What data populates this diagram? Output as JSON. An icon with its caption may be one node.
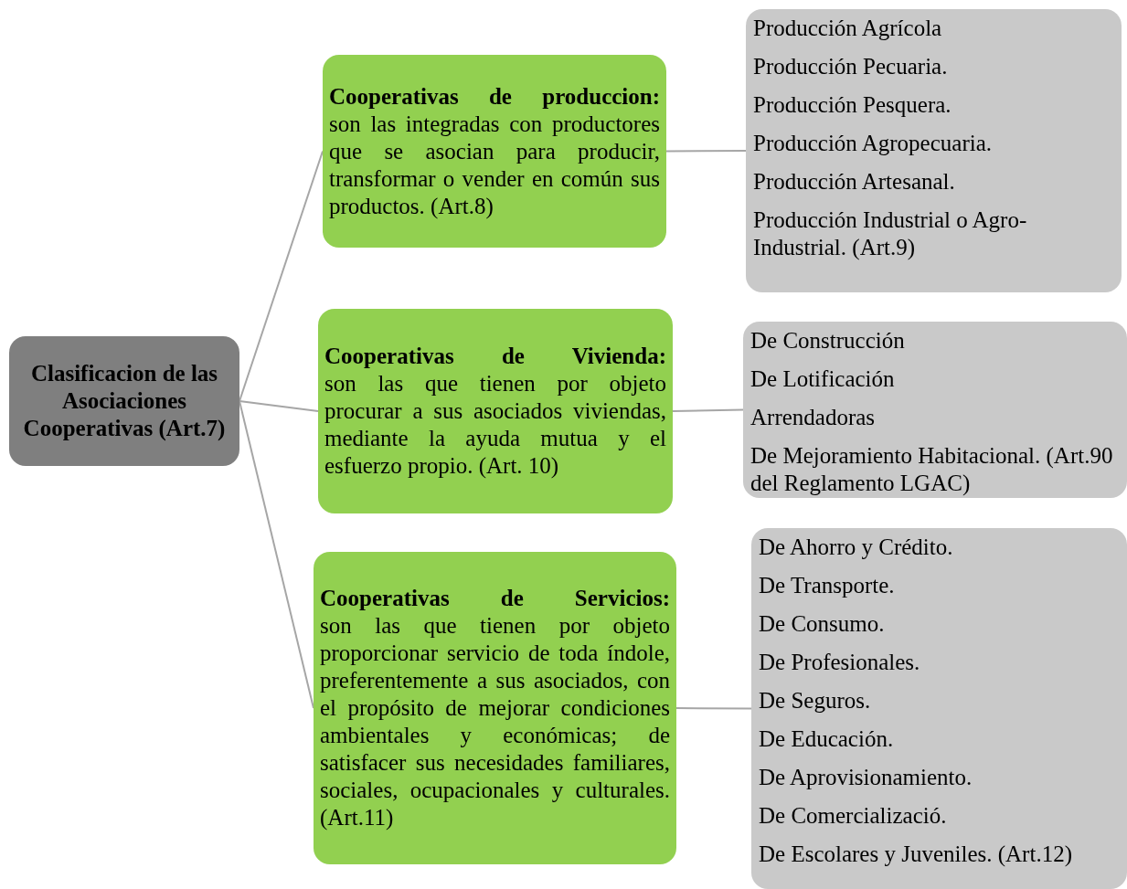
{
  "diagram": {
    "nodes": [
      {
        "text": [
          "Clasificacion de las Asociaciones Cooperativas (Art.7)"
        ]
      },
      {
        "text": [
          "Cooperativas de produccion:",
          "son las integradas con productores que se asocian para producir, transformar o vender en común sus productos. (Art.8)"
        ]
      },
      {
        "text": [
          "Producción Agrícola",
          "Producción Pecuaria.",
          "Producción Pesquera.",
          "Producción Agropecuaria.",
          "Producción Artesanal.",
          "Producción Industrial o Agro-Industrial. (Art.9)"
        ]
      },
      {
        "text": [
          "Cooperativas de Vivienda:",
          "son las que tienen por objeto procurar a sus asociados viviendas, mediante la ayuda mutua y el esfuerzo propio. (Art. 10)"
        ]
      },
      {
        "text": [
          "De Construcción",
          "De Lotificación",
          "Arrendadoras",
          "De Mejoramiento Habitacional. (Art.90 del Reglamento LGAC)"
        ]
      },
      {
        "text": [
          "Cooperativas de Servicios:",
          "son las que tienen por objeto proporcionar servicio de toda índole, preferentemente a sus asociados, con el propósito de mejorar condiciones ambientales y económicas; de satisfacer sus necesidades familiares, sociales, ocupacionales y culturales. (Art.11)"
        ]
      },
      {
        "text": [
          "De Ahorro y Crédito.",
          "De Transporte.",
          "De Consumo.",
          "De Profesionales.",
          "De Seguros.",
          "De Educación.",
          "De Aprovisionamiento.",
          "De Comercializació.",
          "De Escolares y Juveniles. (Art.12)"
        ]
      }
    ],
    "edges": [
      {
        "from": 0,
        "to": 1,
        "arrow": "none"
      },
      {
        "from": 0,
        "to": 3,
        "arrow": "none"
      },
      {
        "from": 0,
        "to": 5,
        "arrow": "none"
      },
      {
        "from": 1,
        "to": 2,
        "arrow": "none"
      },
      {
        "from": 3,
        "to": 4,
        "arrow": "none"
      },
      {
        "from": 5,
        "to": 6,
        "arrow": "none"
      }
    ]
  }
}
